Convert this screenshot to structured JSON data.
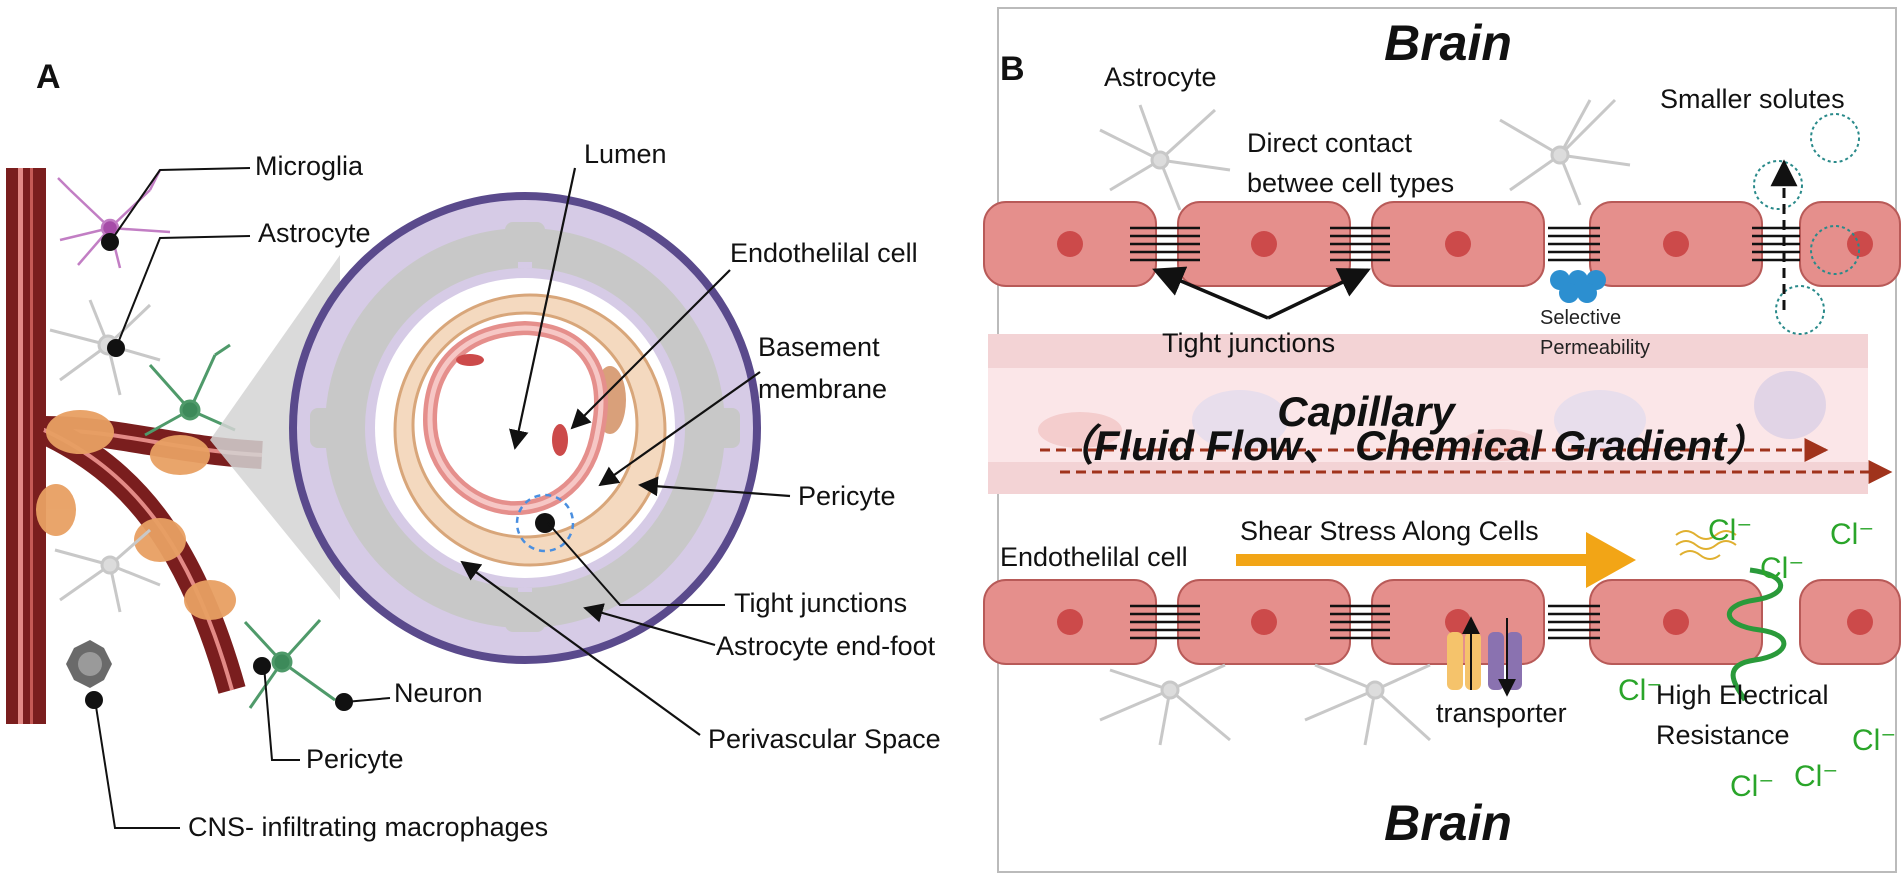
{
  "panel_a": {
    "letter": "A",
    "labels": {
      "microglia": "Microglia",
      "astrocyte": "Astrocyte",
      "lumen": "Lumen",
      "endothelial_cell": "Endothelilal cell",
      "basement_membrane_1": "Basement",
      "basement_membrane_2": "membrane",
      "pericyte_right": "Pericyte",
      "tight_junctions": "Tight junctions",
      "astrocyte_end_foot": "Astrocyte end-foot",
      "neuron": "Neuron",
      "pericyte_bottom": "Pericyte",
      "perivascular_space": "Perivascular Space",
      "macrophages": "CNS- infiltrating macrophages"
    }
  },
  "panel_b": {
    "letter": "B",
    "brain_top": "Brain",
    "brain_bottom": "Brain",
    "astrocyte": "Astrocyte",
    "direct_contact_1": "Direct contact",
    "direct_contact_2": "betwee cell types",
    "smaller_solutes": "Smaller solutes",
    "tight_junctions": "Tight junctions",
    "selective_1": "Selective",
    "selective_2": "Permeability",
    "capillary": "Capillary",
    "flow": "（Fluid Flow、 Chemical Gradient）",
    "shear_stress": "Shear Stress Along Cells",
    "endothelial_cell": "Endothelilal cell",
    "transporter": "transporter",
    "high_resistance_1": "High Electrical",
    "high_resistance_2": "Resistance",
    "chloride": "Cl⁻"
  },
  "colors": {
    "vessel_dark": "#7a1e1e",
    "vessel_light": "#e38a86",
    "endothelial": "#e58f8c",
    "nucleus": "#cc4a4a",
    "ring_outer": "#5a4a8c",
    "ring_fill": "#d6cbe6",
    "astro_gray": "#c8c8c8",
    "shear_arrow": "#f2a516",
    "flow_arrow": "#a0331c",
    "chloride_green": "#2aa52a",
    "transporter_yellow": "#f5c36b",
    "transporter_purple": "#8a72b0",
    "selective_blue": "#2c8fd0"
  }
}
